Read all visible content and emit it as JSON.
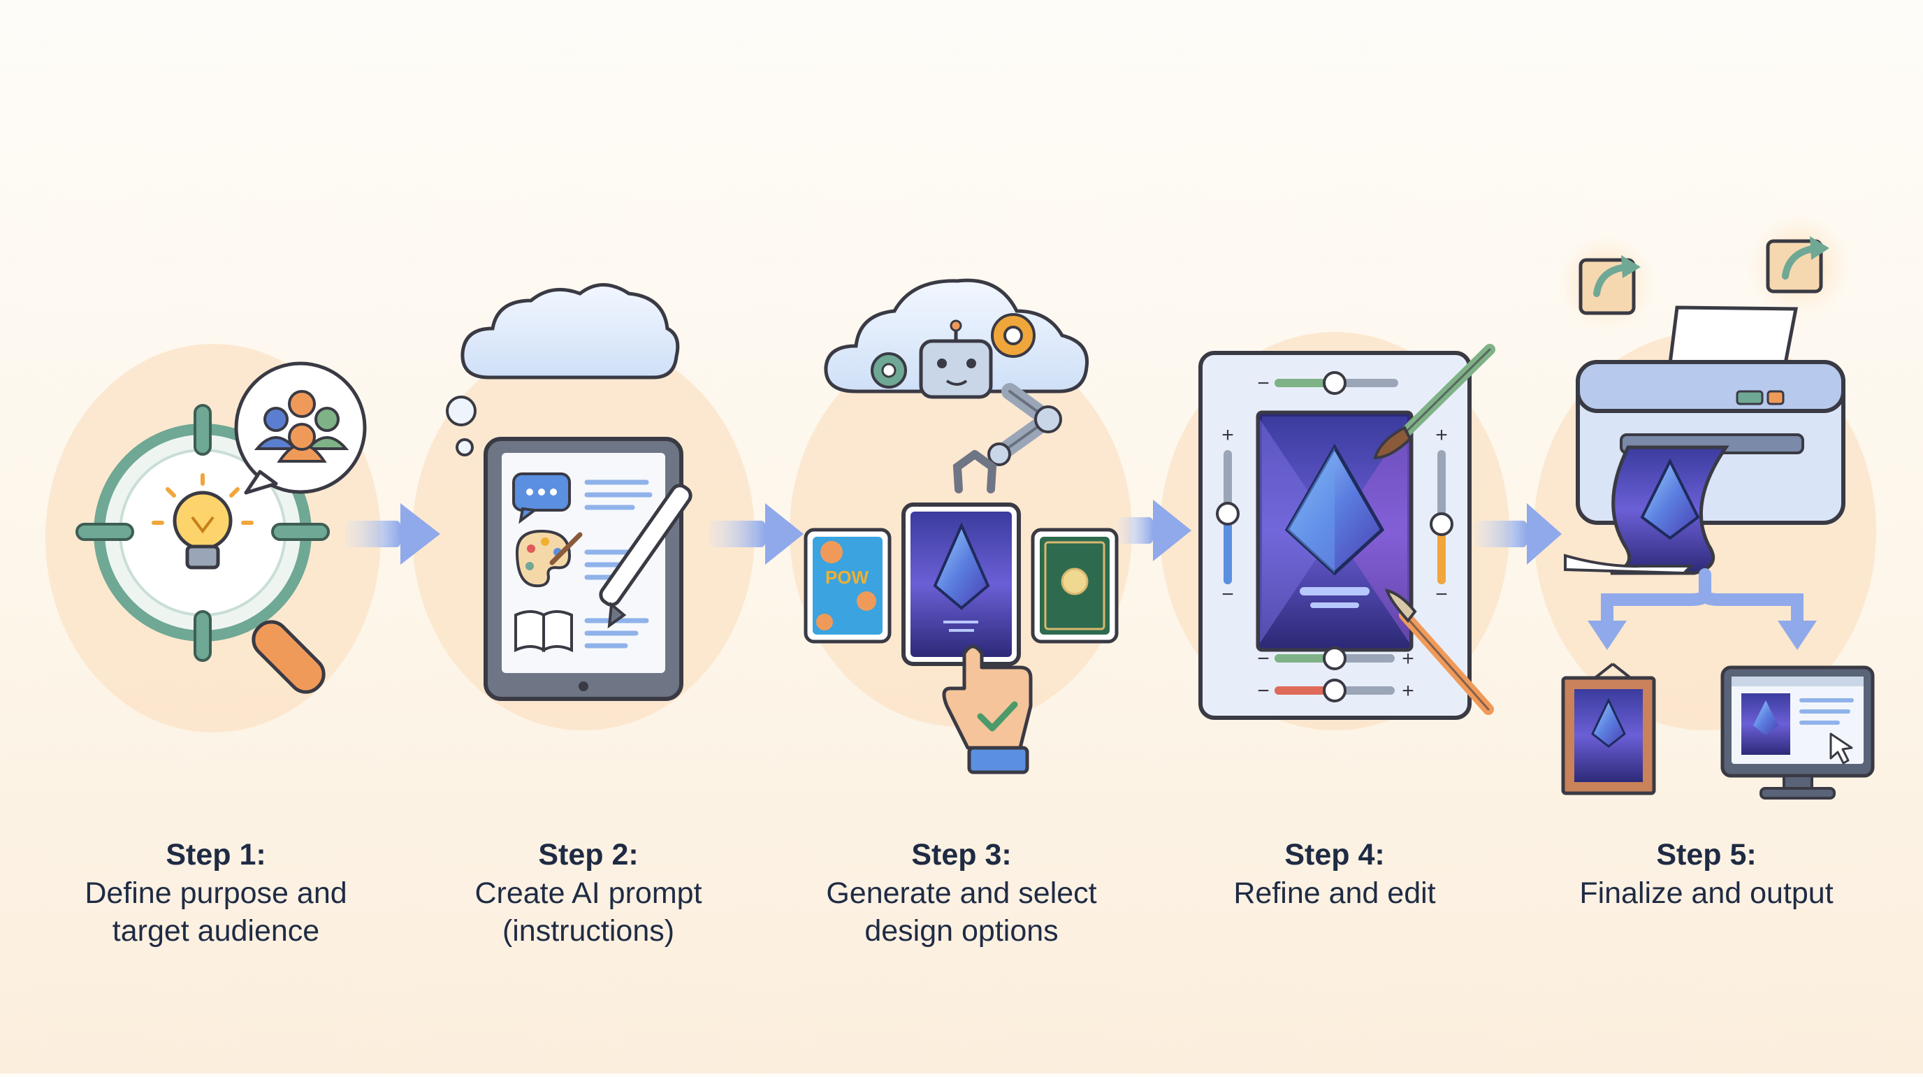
{
  "steps": [
    {
      "title": "Step 1:",
      "line1": "Define purpose and",
      "line2": "target audience"
    },
    {
      "title": "Step 2:",
      "line1": "Create AI prompt",
      "line2": "(instructions)"
    },
    {
      "title": "Step 3:",
      "line1": "Generate and select",
      "line2": "design options"
    },
    {
      "title": "Step 4:",
      "line1": "Refine and edit",
      "line2": ""
    },
    {
      "title": "Step 5:",
      "line1": "Finalize and output",
      "line2": ""
    }
  ],
  "colors": {
    "halo": "#fbe3c5",
    "arrow": "#a9bff0",
    "navy": "#1f2b44",
    "teal": "#6fa894",
    "orange": "#f09a5a",
    "purple": "#5b5fc7",
    "panel": "#e8eef9"
  },
  "icons": {
    "step1": [
      "magnifier-icon",
      "lightbulb-icon",
      "audience-icon",
      "crosshair-icon"
    ],
    "step2": [
      "cloud-icon",
      "tablet-icon",
      "chat-icon",
      "palette-icon",
      "book-icon",
      "pen-icon"
    ],
    "step3": [
      "cloud-icon",
      "robot-icon",
      "gear-icon",
      "robot-arm-icon",
      "design-card-icon",
      "pointer-hand-icon",
      "checkmark-icon"
    ],
    "step4": [
      "canvas-icon",
      "slider-icon",
      "paintbrush-icon",
      "crystal-icon"
    ],
    "step5": [
      "printer-icon",
      "share-icon",
      "frame-icon",
      "monitor-icon",
      "cursor-icon"
    ]
  }
}
